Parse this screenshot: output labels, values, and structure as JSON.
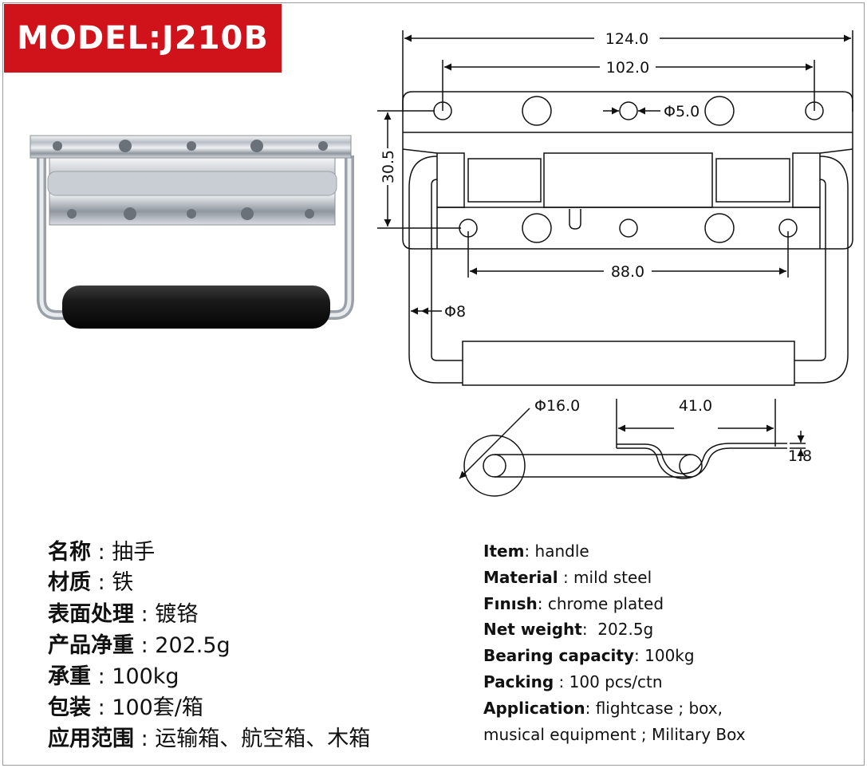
{
  "title": "MODEL:J210B",
  "drawing": {
    "dim_overall_width": "124.0",
    "dim_hole_spacing_top": "102.0",
    "dim_hole_diameter": "Φ5.0",
    "dim_height": "30.5",
    "dim_hole_spacing_bottom": "88.0",
    "dim_wire_diameter": "Φ8",
    "dim_grip_diameter": "Φ16.0",
    "dim_side_length": "41.0",
    "dim_thickness": "1.8"
  },
  "specs_cn": [
    {
      "label": "名称",
      "value": "抽手"
    },
    {
      "label": "材质",
      "value": "铁"
    },
    {
      "label": "表面处理",
      "value": "镀铬"
    },
    {
      "label": "产品净重",
      "value": "202.5g"
    },
    {
      "label": "承重",
      "value": "100kg"
    },
    {
      "label": "包装",
      "value": "100套/箱"
    },
    {
      "label": "应用范围",
      "value": "运输箱、航空箱、木箱"
    }
  ],
  "specs_en": [
    {
      "label": "Item",
      "value": "handle"
    },
    {
      "label": "Material",
      "value": "mild steel"
    },
    {
      "label": "Fınısh",
      "value": "chrome plated"
    },
    {
      "label": "Net weight",
      "value": "202.5g"
    },
    {
      "label": "Bearing capacity",
      "value": "100kg"
    },
    {
      "label": "Packing",
      "value": "100 pcs/ctn"
    },
    {
      "label": "Application",
      "value": "flightcase ; box,"
    }
  ],
  "specs_en_continuation": "musical equipment ; Military Box",
  "colors": {
    "brand_red": "#d0121b"
  }
}
